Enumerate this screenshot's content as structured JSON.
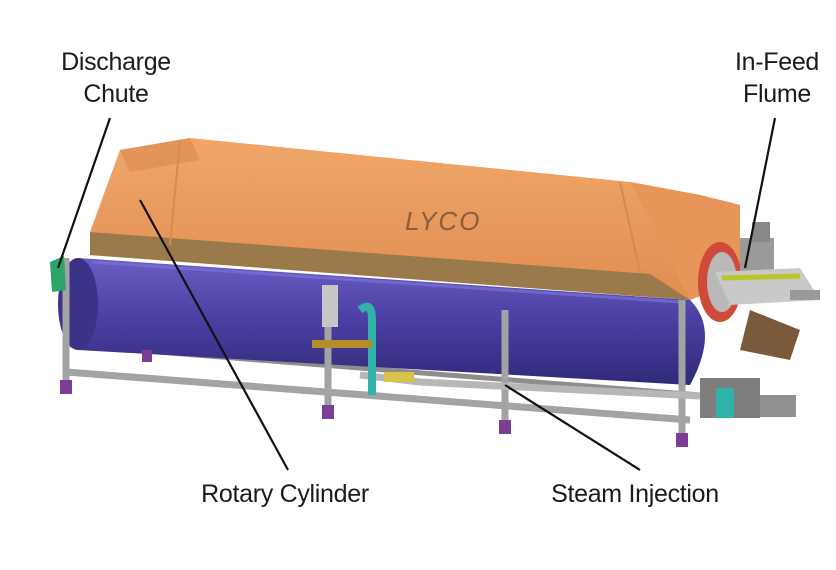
{
  "labels": {
    "discharge_chute_line1": "Discharge",
    "discharge_chute_line2": "Chute",
    "infeed_flume_line1": "In-Feed",
    "infeed_flume_line2": "Flume",
    "rotary_cylinder": "Rotary Cylinder",
    "steam_injection": "Steam Injection"
  },
  "machine": {
    "brand": "LYCO"
  },
  "colors": {
    "hood": "#e69a5c",
    "hood_shade": "#cf8550",
    "cylinder": "#4b3fa0",
    "frame": "#9a9a9a",
    "feet": "#7a3f95",
    "leader_line": "#111111"
  }
}
